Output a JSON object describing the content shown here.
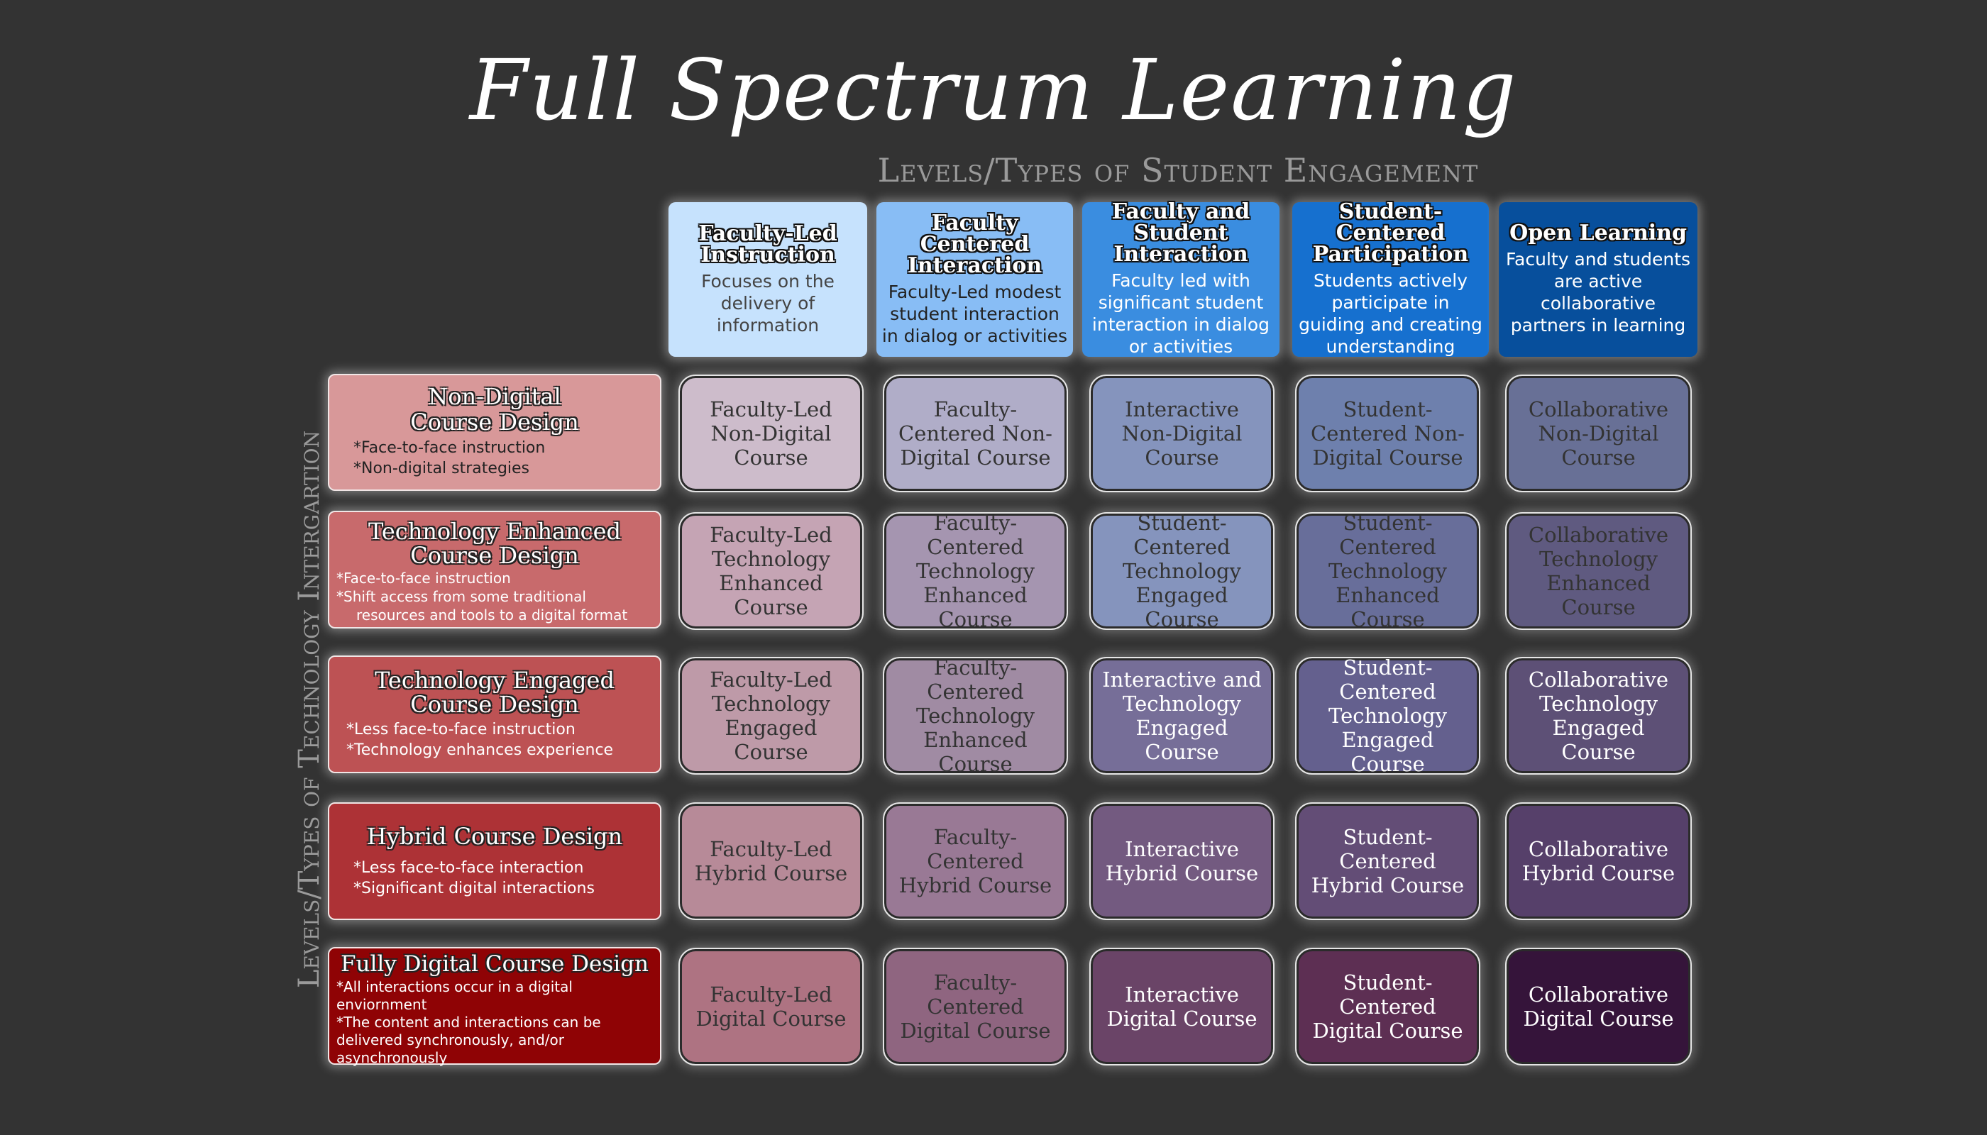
{
  "title": "Full Spectrum Learning",
  "subtitle": "Levels/Types of Student Engagement",
  "vertical_label": "Levels/Types of Technology Intergartion",
  "columns": [
    {
      "title": "Faculty-Led Instruction",
      "description": "Focuses on the delivery of information",
      "color": "#c6e2fd",
      "text_color": "#444444"
    },
    {
      "title": "Faculty Centered Interaction",
      "description": "Faculty-Led modest student interaction in dialog or activities",
      "color": "#88bdf5",
      "text_color": "#222222"
    },
    {
      "title": "Faculty and Student Interaction",
      "description": "Faculty led with significant student interaction in dialog or activities",
      "color": "#3a8de0",
      "text_color": "#ffffff"
    },
    {
      "title": "Student-Centered Participation",
      "description": "Students actively participate in guiding and creating understanding",
      "color": "#1670cf",
      "text_color": "#ffffff"
    },
    {
      "title": "Open Learning",
      "description": "Faculty and students are active collaborative partners in learning",
      "color": "#074f9c",
      "text_color": "#ffffff"
    }
  ],
  "rows": [
    {
      "title": "Non-Digital Course Design",
      "bullets": [
        "*Face-to-face instruction",
        "*Non-digital strategies"
      ],
      "color": "#d89899",
      "text_color": "#222222"
    },
    {
      "title": "Technology Enhanced Course Design",
      "bullets": [
        "*Face-to-face instruction",
        "*Shift access from some traditional resources and tools to a digital format"
      ],
      "color": "#c86a6c",
      "text_color": "#ffffff"
    },
    {
      "title": "Technology Engaged Course Design",
      "bullets": [
        "*Less face-to-face instruction",
        "*Technology enhances experience"
      ],
      "color": "#bd5254",
      "text_color": "#ffffff"
    },
    {
      "title": "Hybrid Course Design",
      "bullets": [
        "*Less face-to-face interaction",
        "*Significant digital interactions"
      ],
      "color": "#ad3236",
      "text_color": "#ffffff"
    },
    {
      "title": "Fully Digital Course Design",
      "bullets": [
        "*All interactions occur in a digital enviornment",
        "*The content and interactions can be delivered synchronously, and/or asynchronously"
      ],
      "color": "#8f0305",
      "text_color": "#ffffff"
    }
  ],
  "grid": [
    [
      {
        "label": "Faculty-Led Non-Digital Course",
        "color": "#cdbccb",
        "text": "dark"
      },
      {
        "label": "Faculty-Centered Non-Digital Course",
        "color": "#b0adc8",
        "text": "dark"
      },
      {
        "label": "Interactive Non-Digital Course",
        "color": "#8594bd",
        "text": "dark"
      },
      {
        "label": "Student-Centered Non-Digital Course",
        "color": "#6e80ad",
        "text": "dark"
      },
      {
        "label": "Collaborative Non-Digital Course",
        "color": "#687096",
        "text": "dark"
      }
    ],
    [
      {
        "label": "Faculty-Led Technology Enhanced Course",
        "color": "#c5a4b4",
        "text": "dark"
      },
      {
        "label": "Faculty-Centered Technology Enhanced Course",
        "color": "#a595b0",
        "text": "dark"
      },
      {
        "label": "Student-Centered Technology Engaged Course",
        "color": "#8594bd",
        "text": "dark"
      },
      {
        "label": "Student-Centered Technology Enhanced Course",
        "color": "#686e9a",
        "text": "dark"
      },
      {
        "label": "Collaborative Technology Enhanced Course",
        "color": "#5f5a80",
        "text": "dark"
      }
    ],
    [
      {
        "label": "Faculty-Led Technology Engaged Course",
        "color": "#be9aa8",
        "text": "dark"
      },
      {
        "label": "Faculty-Centered Technology Enhanced Course",
        "color": "#a08ba3",
        "text": "dark"
      },
      {
        "label": "Interactive and Technology Engaged Course",
        "color": "#766e98",
        "text": "light"
      },
      {
        "label": "Student-Centered Technology Engaged Course",
        "color": "#64608e",
        "text": "light"
      },
      {
        "label": "Collaborative Technology Engaged Course",
        "color": "#5d5076",
        "text": "light"
      }
    ],
    [
      {
        "label": "Faculty-Led Hybrid Course",
        "color": "#b78a98",
        "text": "dark"
      },
      {
        "label": "Faculty-Centered Hybrid Course",
        "color": "#997995",
        "text": "dark"
      },
      {
        "label": "Interactive Hybrid Course",
        "color": "#735a80",
        "text": "light"
      },
      {
        "label": "Student-Centered Hybrid Course",
        "color": "#634d76",
        "text": "light"
      },
      {
        "label": "Collaborative Hybrid Course",
        "color": "#56406a",
        "text": "light"
      }
    ],
    [
      {
        "label": "Faculty-Led Digital Course",
        "color": "#ae7382",
        "text": "dark"
      },
      {
        "label": "Faculty-Centered Digital Course",
        "color": "#8f6580",
        "text": "dark"
      },
      {
        "label": "Interactive Digital Course",
        "color": "#6a4467",
        "text": "light"
      },
      {
        "label": "Student-Centered Digital Course",
        "color": "#5d2f53",
        "text": "light"
      },
      {
        "label": "Collaborative Digital Course",
        "color": "#35143a",
        "text": "light"
      }
    ]
  ]
}
